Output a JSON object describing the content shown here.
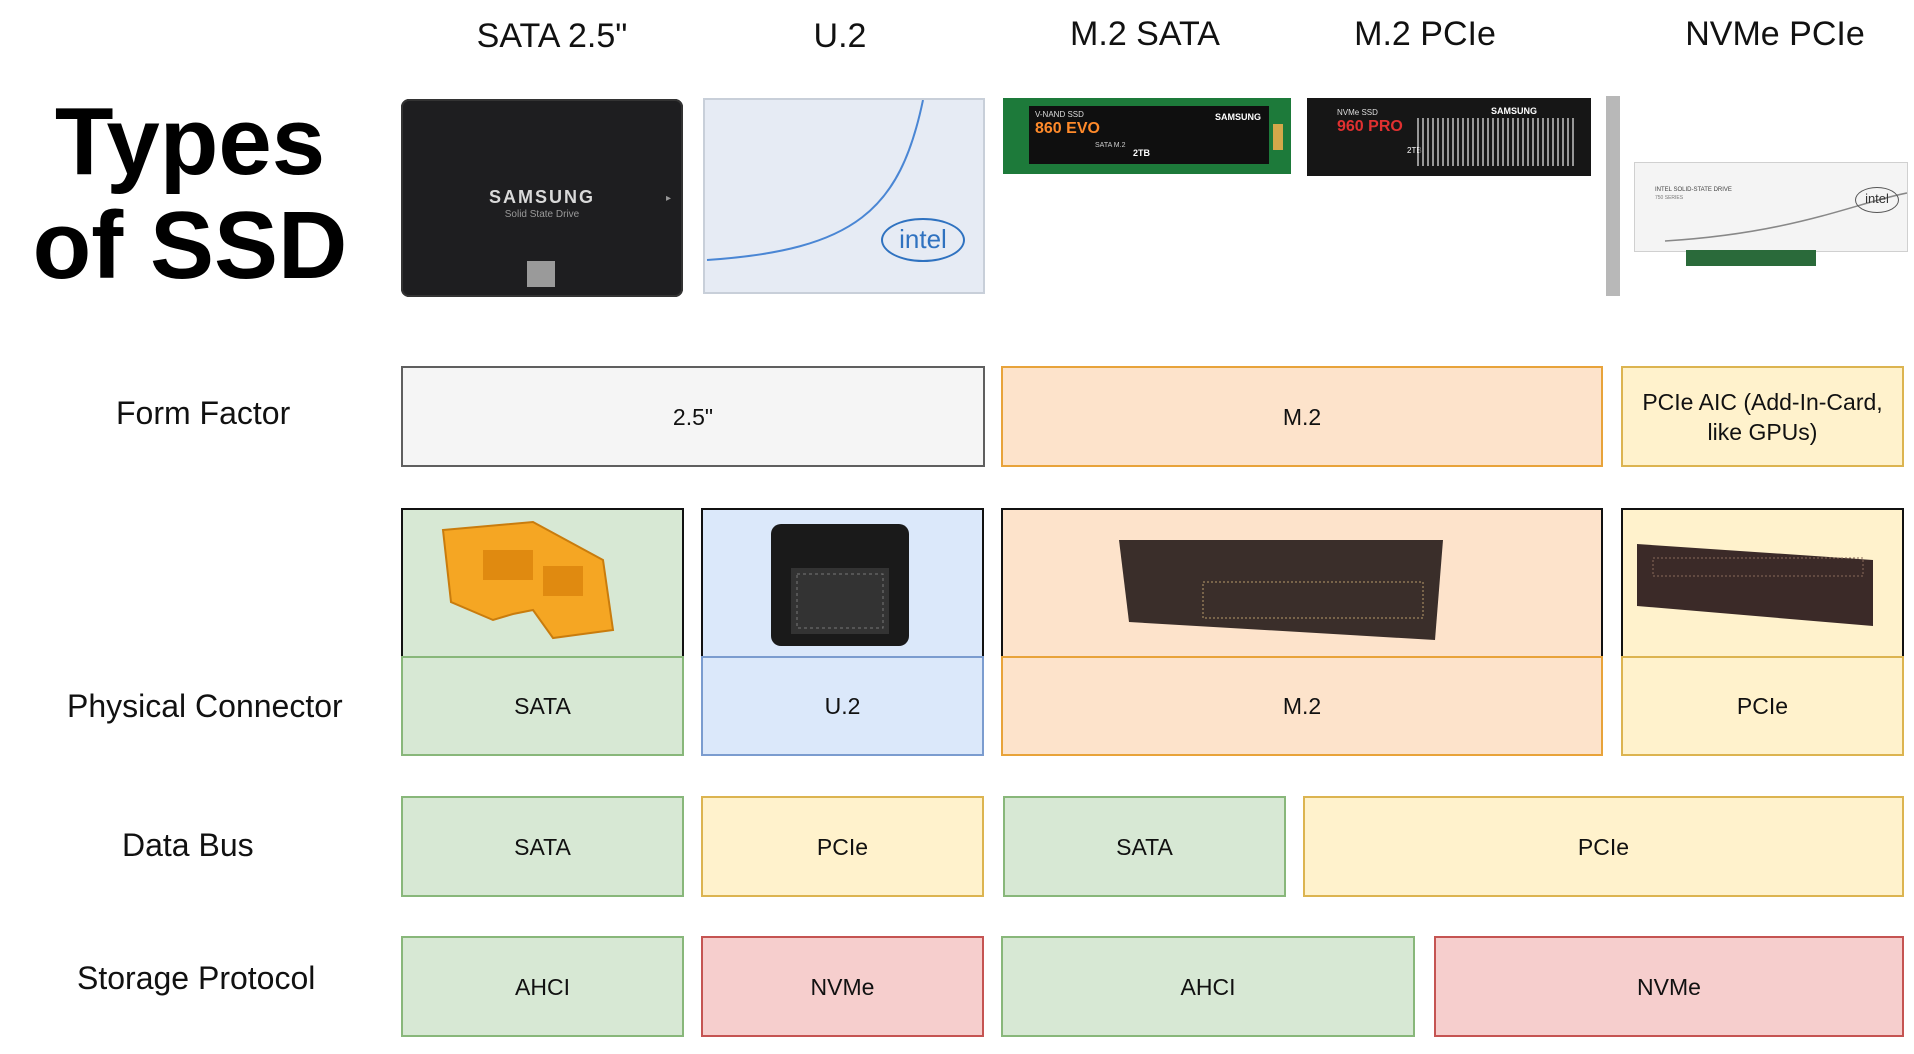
{
  "title": {
    "line1": "Types",
    "line2": "of SSD"
  },
  "columns": [
    "SATA 2.5\"",
    "U.2",
    "M.2 SATA",
    "M.2 PCIe",
    "NVMe PCIe"
  ],
  "drive_images": {
    "samsung_sata": {
      "brand": "SAMSUNG",
      "subtitle": "Solid State Drive"
    },
    "intel_u2": {
      "brand": "intel"
    },
    "samsung_860": {
      "line1": "V-NAND SSD",
      "model": "860 EVO",
      "iface": "SATA M.2",
      "capacity": "2TB",
      "brand": "SAMSUNG"
    },
    "samsung_960": {
      "line1": "NVMe SSD",
      "model": "960 PRO",
      "capacity": "2TB",
      "brand": "SAMSUNG"
    },
    "intel_aic": {
      "label": "INTEL SOLID-STATE DRIVE",
      "series": "750 SERIES",
      "brand": "intel"
    }
  },
  "rows": {
    "form_factor": {
      "label": "Form Factor",
      "cells": [
        "2.5\"",
        "M.2",
        "PCIe AIC (Add-In-Card, like GPUs)"
      ]
    },
    "physical_connector": {
      "label": "Physical Connector",
      "cells": [
        "SATA",
        "U.2",
        "M.2",
        "PCIe"
      ]
    },
    "data_bus": {
      "label": "Data Bus",
      "cells": [
        "SATA",
        "PCIe",
        "SATA",
        "PCIe"
      ]
    },
    "storage_protocol": {
      "label": "Storage Protocol",
      "cells": [
        "AHCI",
        "NVMe",
        "AHCI",
        "NVMe"
      ]
    }
  },
  "colors": {
    "gray": "#f5f5f5",
    "orange": "#fde3cb",
    "yellow": "#fff2cc",
    "green": "#d7e8d4",
    "blue": "#dbe8fa",
    "red": "#f6cecd"
  }
}
